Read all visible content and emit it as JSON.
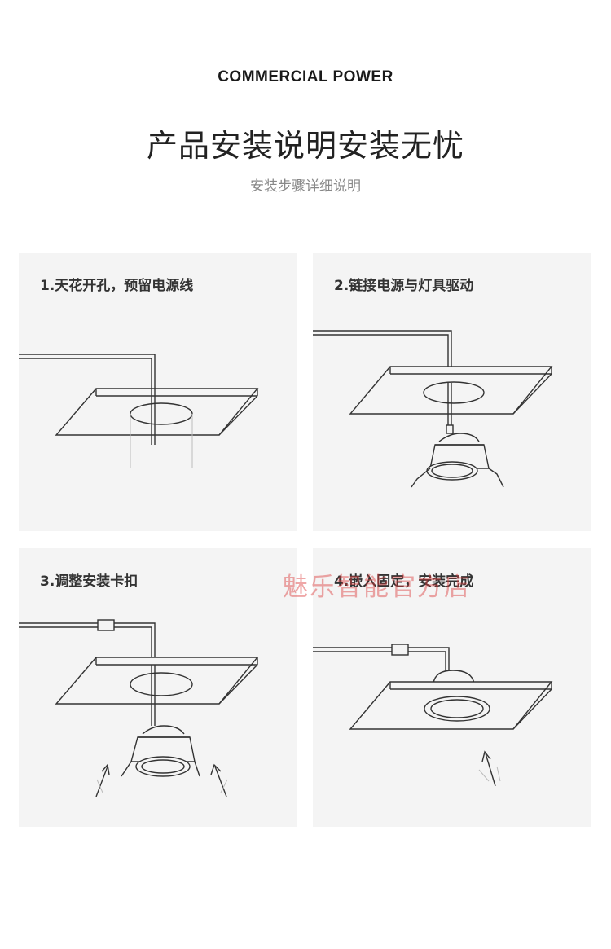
{
  "header": {
    "brand": "COMMERCIAL POWER",
    "title": "产品安装说明安装无忧",
    "subtitle": "安装步骤详细说明"
  },
  "steps": [
    {
      "label": "1.天花开孔，预留电源线"
    },
    {
      "label": "2.链接电源与灯具驱动"
    },
    {
      "label": "3.调整安装卡扣"
    },
    {
      "label": "4.嵌入固定，安装完成"
    }
  ],
  "watermark": "魅乐智能官方店",
  "colors": {
    "panel_bg": "#f4f4f4",
    "line": "#333333",
    "watermark": "#dc3c3c"
  }
}
